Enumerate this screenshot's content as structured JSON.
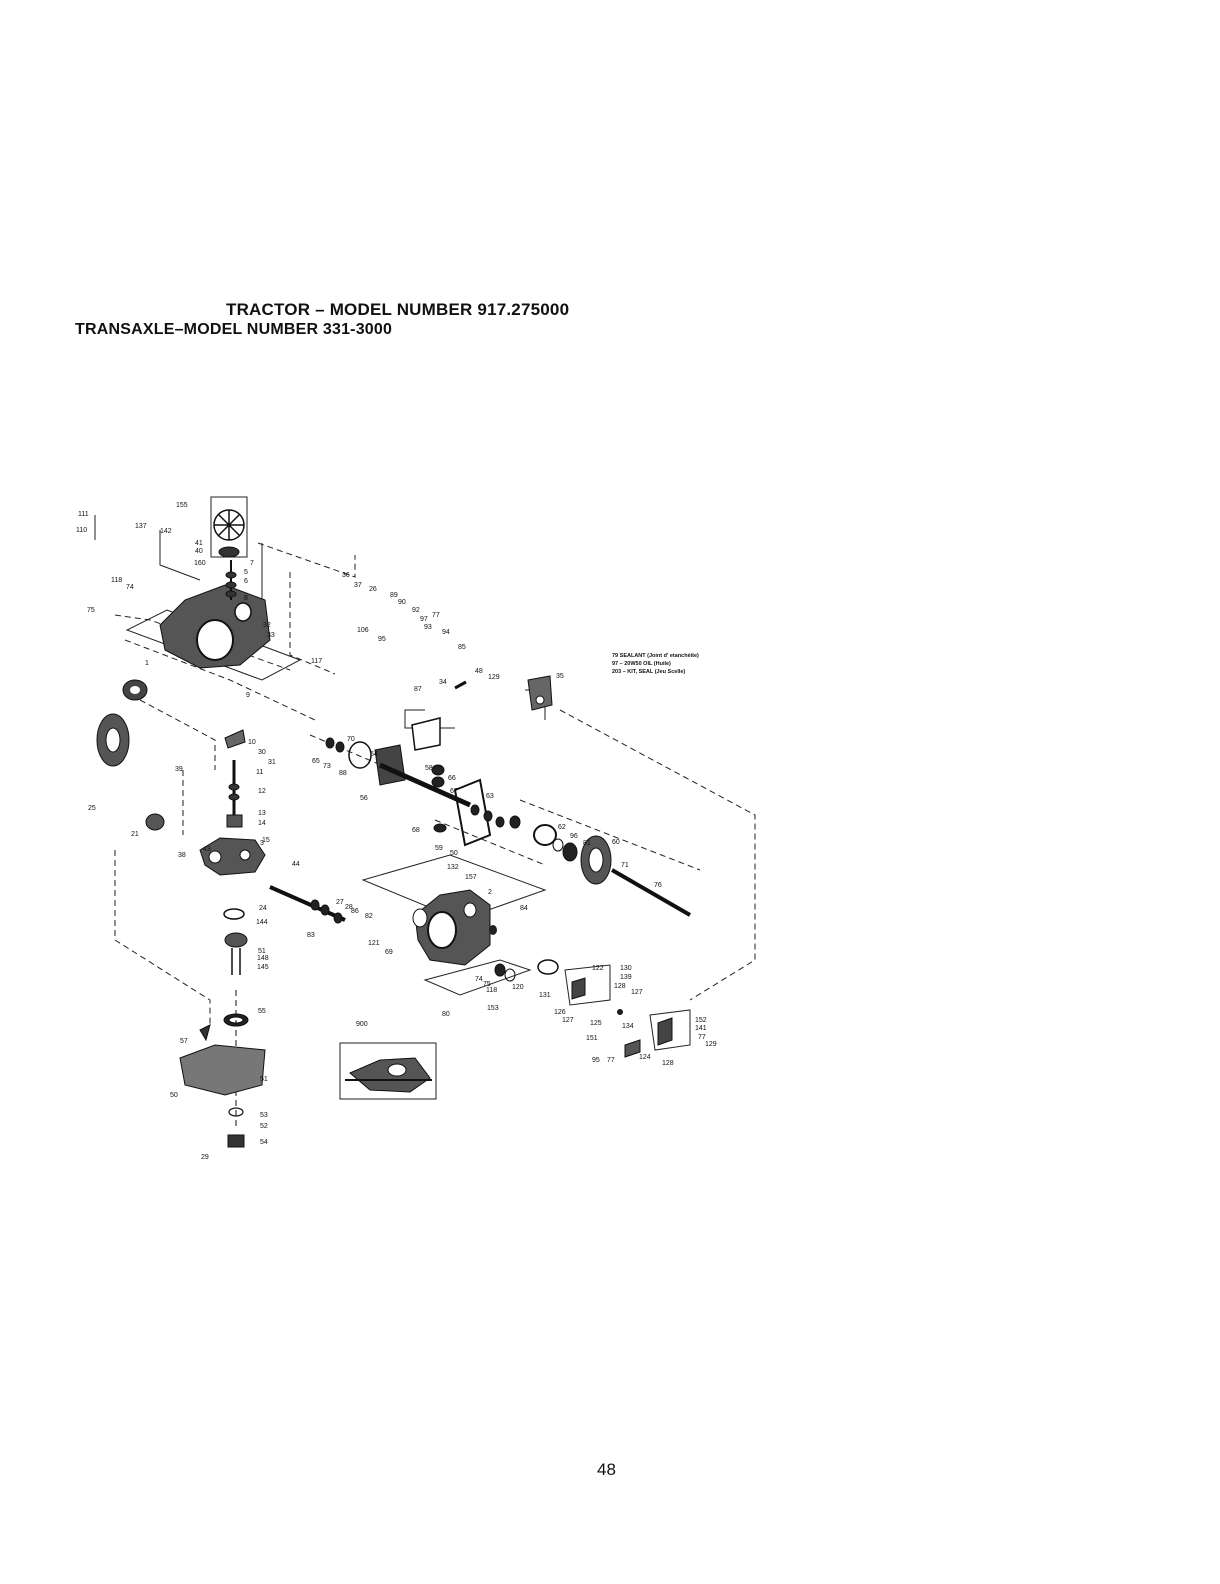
{
  "header": {
    "title_line1": "TRACTOR – MODEL NUMBER 917.275000",
    "title_line2": "TRANSAXLE–MODEL NUMBER 331-3000"
  },
  "legend": {
    "items": [
      "79 SEALANT (Joint d' etanchéite)",
      "97 – 20W50 OIL (Huile)",
      "203 – KIT, SEAL (Jeu Scelle)"
    ]
  },
  "callouts": [
    "111",
    "110",
    "155",
    "137",
    "142",
    "41",
    "40",
    "160",
    "7",
    "5",
    "6",
    "8",
    "118",
    "74",
    "75",
    "36",
    "37",
    "26",
    "89",
    "90",
    "92",
    "97",
    "77",
    "93",
    "94",
    "106",
    "95",
    "85",
    "32",
    "33",
    "117",
    "1",
    "9",
    "34",
    "87",
    "48",
    "129",
    "35",
    "70",
    "65",
    "73",
    "64",
    "88",
    "10",
    "30",
    "31",
    "11",
    "58",
    "66",
    "67",
    "63",
    "68",
    "56",
    "59",
    "50",
    "12",
    "39",
    "13",
    "14",
    "15",
    "25",
    "21",
    "38",
    "43",
    "3",
    "44",
    "62",
    "96",
    "81",
    "60",
    "71",
    "76",
    "132",
    "157",
    "2",
    "24",
    "144",
    "27",
    "28",
    "82",
    "83",
    "86",
    "121",
    "69",
    "51",
    "84",
    "148",
    "145",
    "122",
    "130",
    "139",
    "128",
    "127",
    "131",
    "118",
    "120",
    "74",
    "75",
    "80",
    "153",
    "55",
    "57",
    "900",
    "126",
    "127",
    "125",
    "134",
    "152",
    "141",
    "77",
    "129",
    "151",
    "95",
    "77",
    "124",
    "128",
    "51",
    "50",
    "53",
    "52",
    "54",
    "29"
  ],
  "page_number": "48"
}
